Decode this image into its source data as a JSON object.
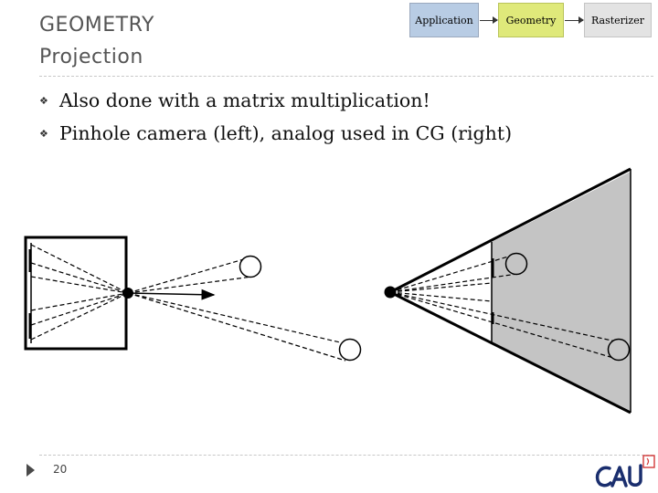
{
  "header": {
    "title_line1": "GEOMETRY",
    "title_line2": "Projection"
  },
  "pipeline": {
    "stages": [
      "Application",
      "Geometry",
      "Rasterizer"
    ],
    "colors": {
      "application": "#b8cce4",
      "geometry": "#dfe97a",
      "rasterizer": "#e3e3e3"
    }
  },
  "bullets": [
    "Also done with a matrix multiplication!",
    "Pinhole camera (left), analog used in CG (right)"
  ],
  "footer": {
    "page_number": "20"
  },
  "logo": {
    "icon": "university-logo-icon"
  }
}
